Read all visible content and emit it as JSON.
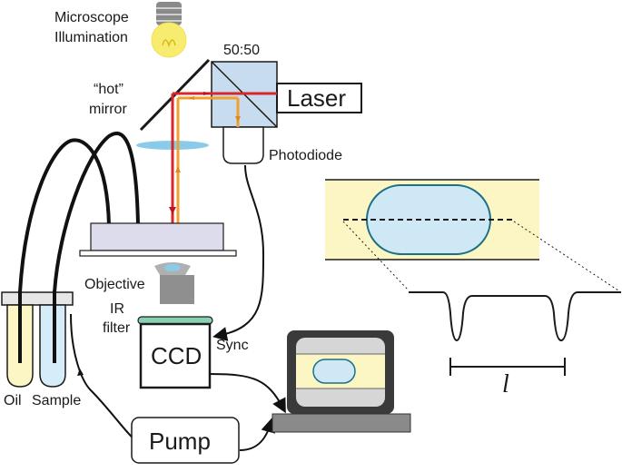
{
  "labels": {
    "illumination_line1": "Microscope",
    "illumination_line2": "Illumination",
    "beamsplitter": "50:50",
    "hot_mirror_line1": "“hot”",
    "hot_mirror_line2": "mirror",
    "laser": "Laser",
    "photodiode": "Photodiode",
    "objective": "Objective",
    "ir_filter_line1": "IR",
    "ir_filter_line2": "filter",
    "ccd": "CCD",
    "sync": "Sync",
    "oil": "Oil",
    "sample": "Sample",
    "pump": "Pump",
    "length_symbol": "l"
  },
  "colors": {
    "laser_beam": "#d8262a",
    "signal_beam": "#f0a030",
    "channel_fill": "#fbf6c4",
    "droplet_fill": "#cfe8f6",
    "droplet_stroke": "#1b6f86",
    "lens_fill": "#8ccbe8",
    "ir_filter": "#8ad0b0",
    "beamsplitter_fill": "#c8dcef",
    "bulb": "#f8ec70",
    "oil_fill": "#fbf6c4",
    "sample_fill": "#d6ecf8"
  }
}
